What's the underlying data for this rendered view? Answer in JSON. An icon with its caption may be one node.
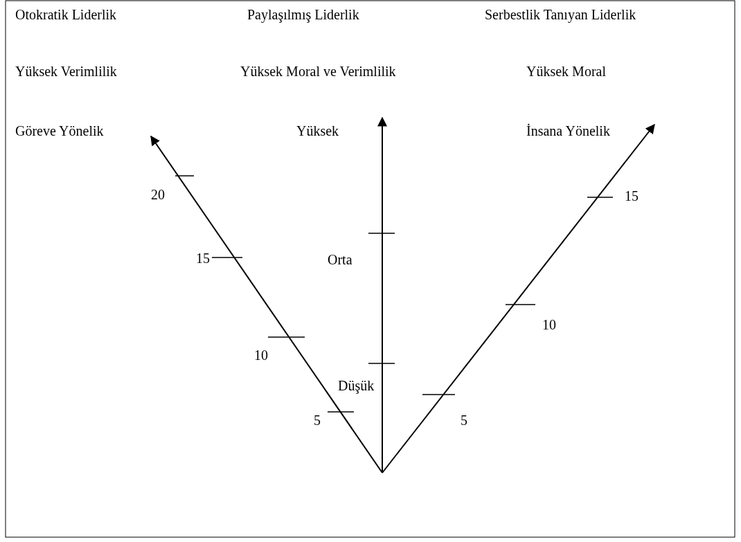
{
  "diagram": {
    "labels": [
      "Otokratik Liderlik",
      "Paylaşılmış Liderlik",
      "Serbestlik Tanıyan Liderlik",
      "Yüksek Verimlilik",
      "Yüksek Moral ve Verimlilik",
      "Yüksek Moral",
      "Göreve Yönelik",
      "Yüksek",
      "İnsana Yönelik",
      "20",
      "15",
      "15",
      "Orta",
      "10",
      "10",
      "Düşük",
      "5",
      "5"
    ]
  }
}
